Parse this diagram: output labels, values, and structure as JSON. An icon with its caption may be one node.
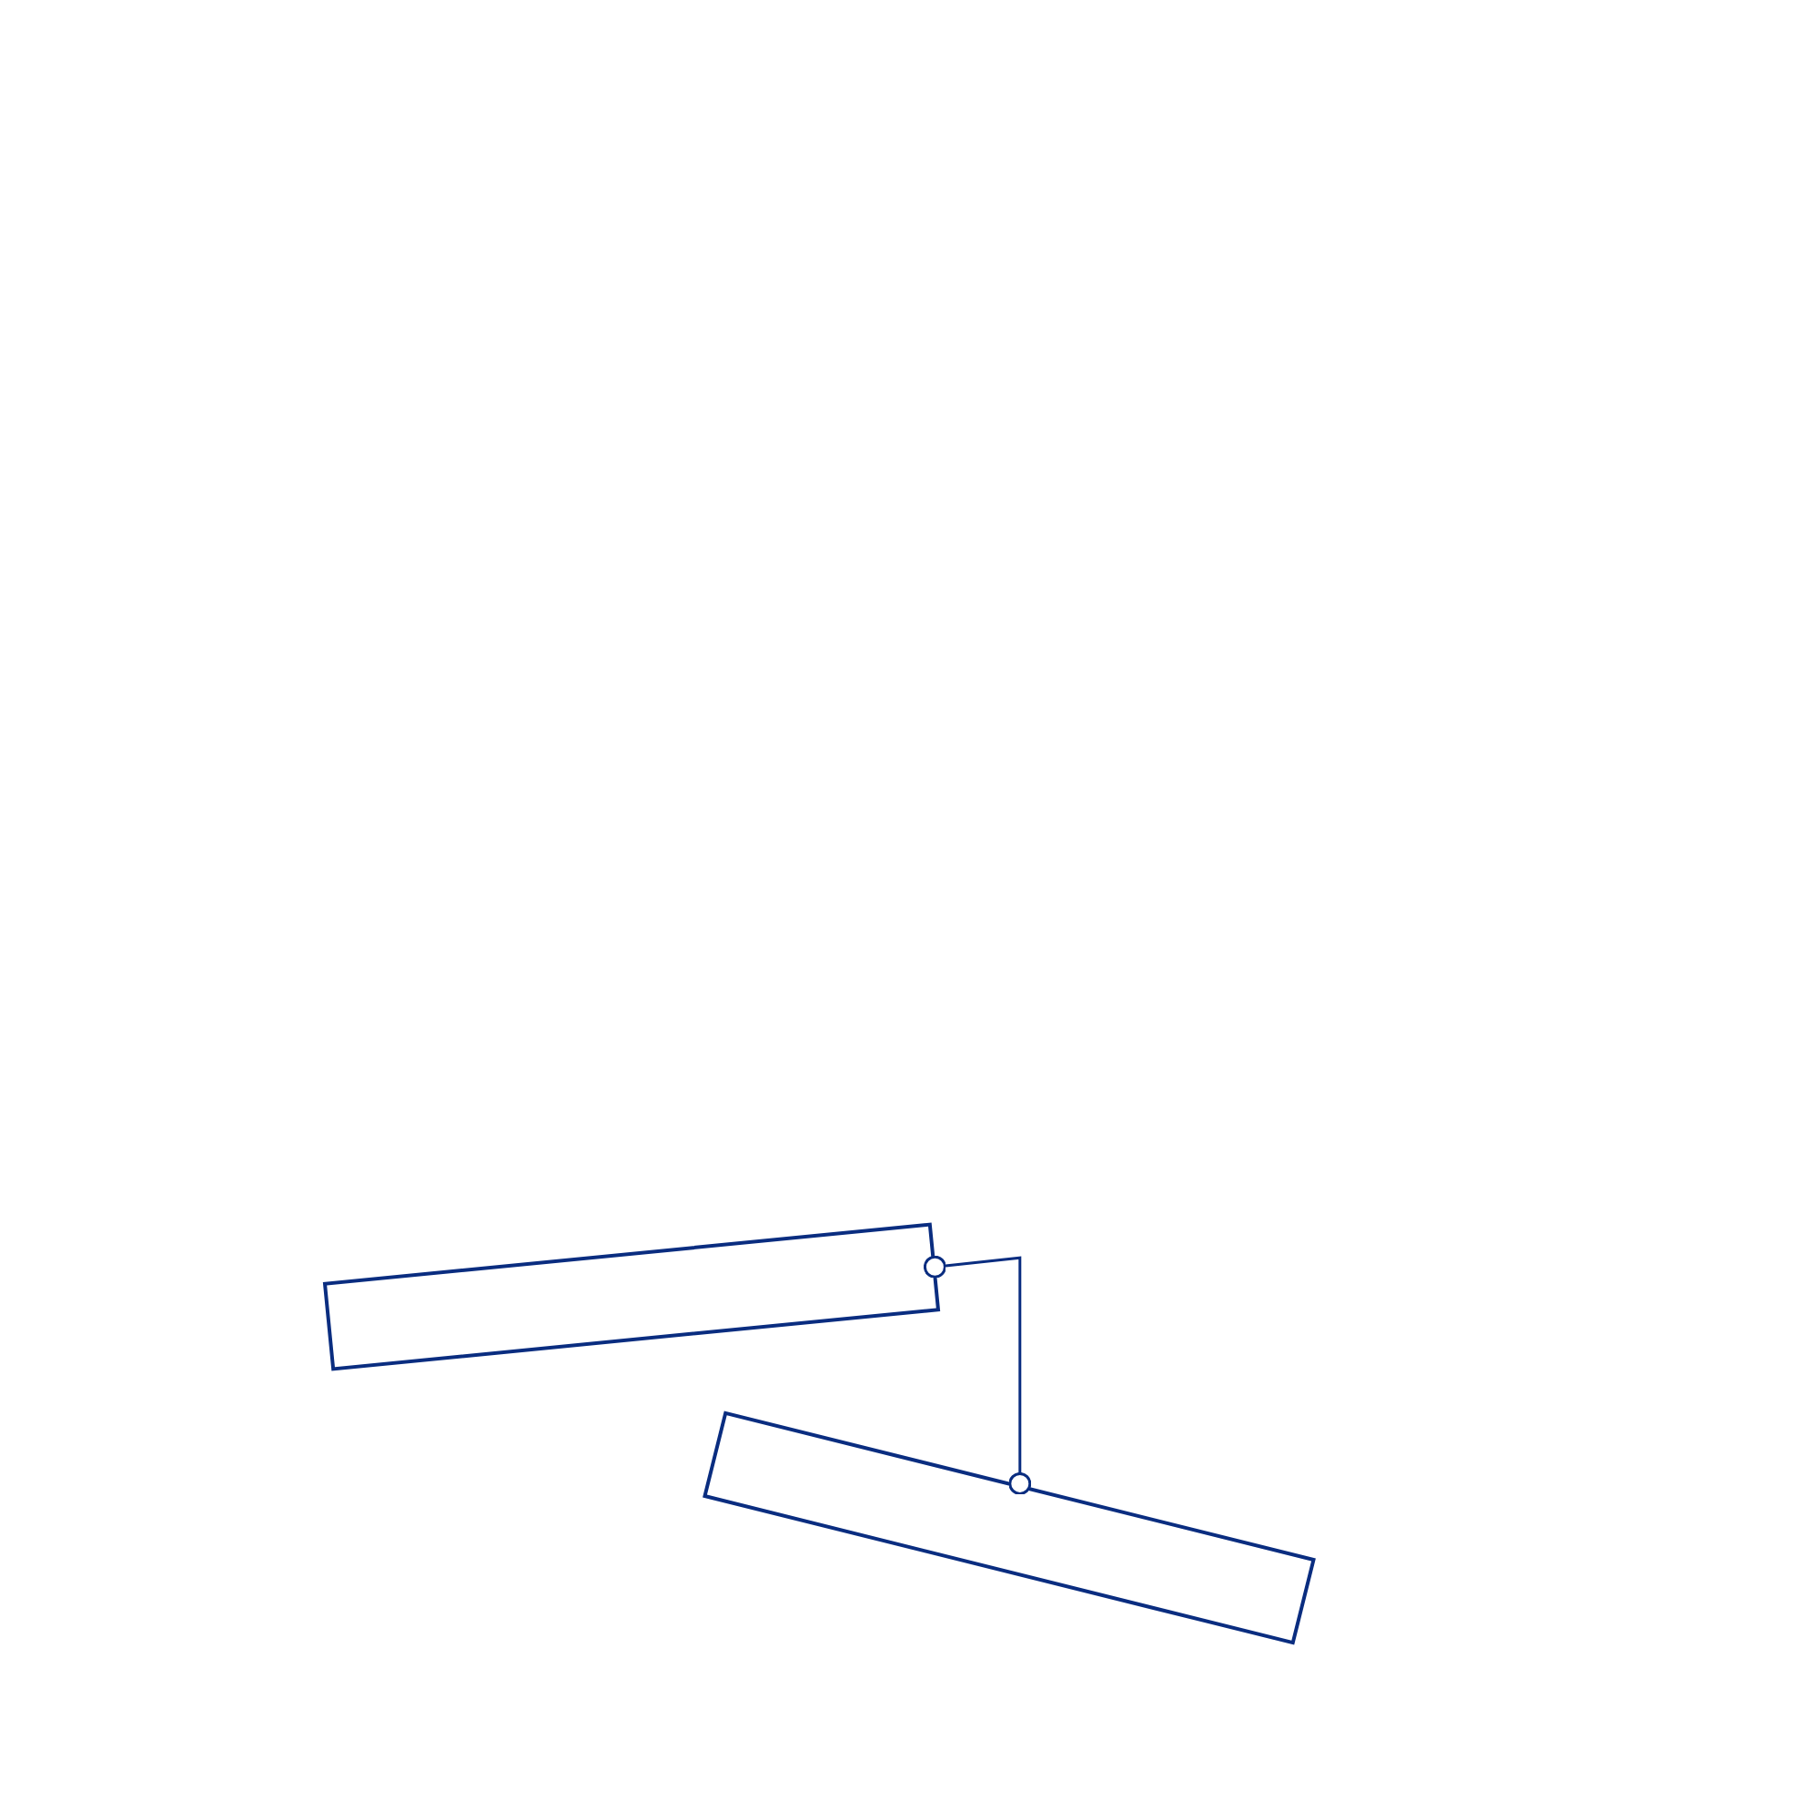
{
  "diagram": {
    "nodes": [
      {
        "text": [],
        "shape": "box"
      },
      {
        "text": [],
        "shape": "box"
      }
    ],
    "edges": [
      {
        "from": 0,
        "to": 1,
        "arrow": "other"
      }
    ]
  }
}
